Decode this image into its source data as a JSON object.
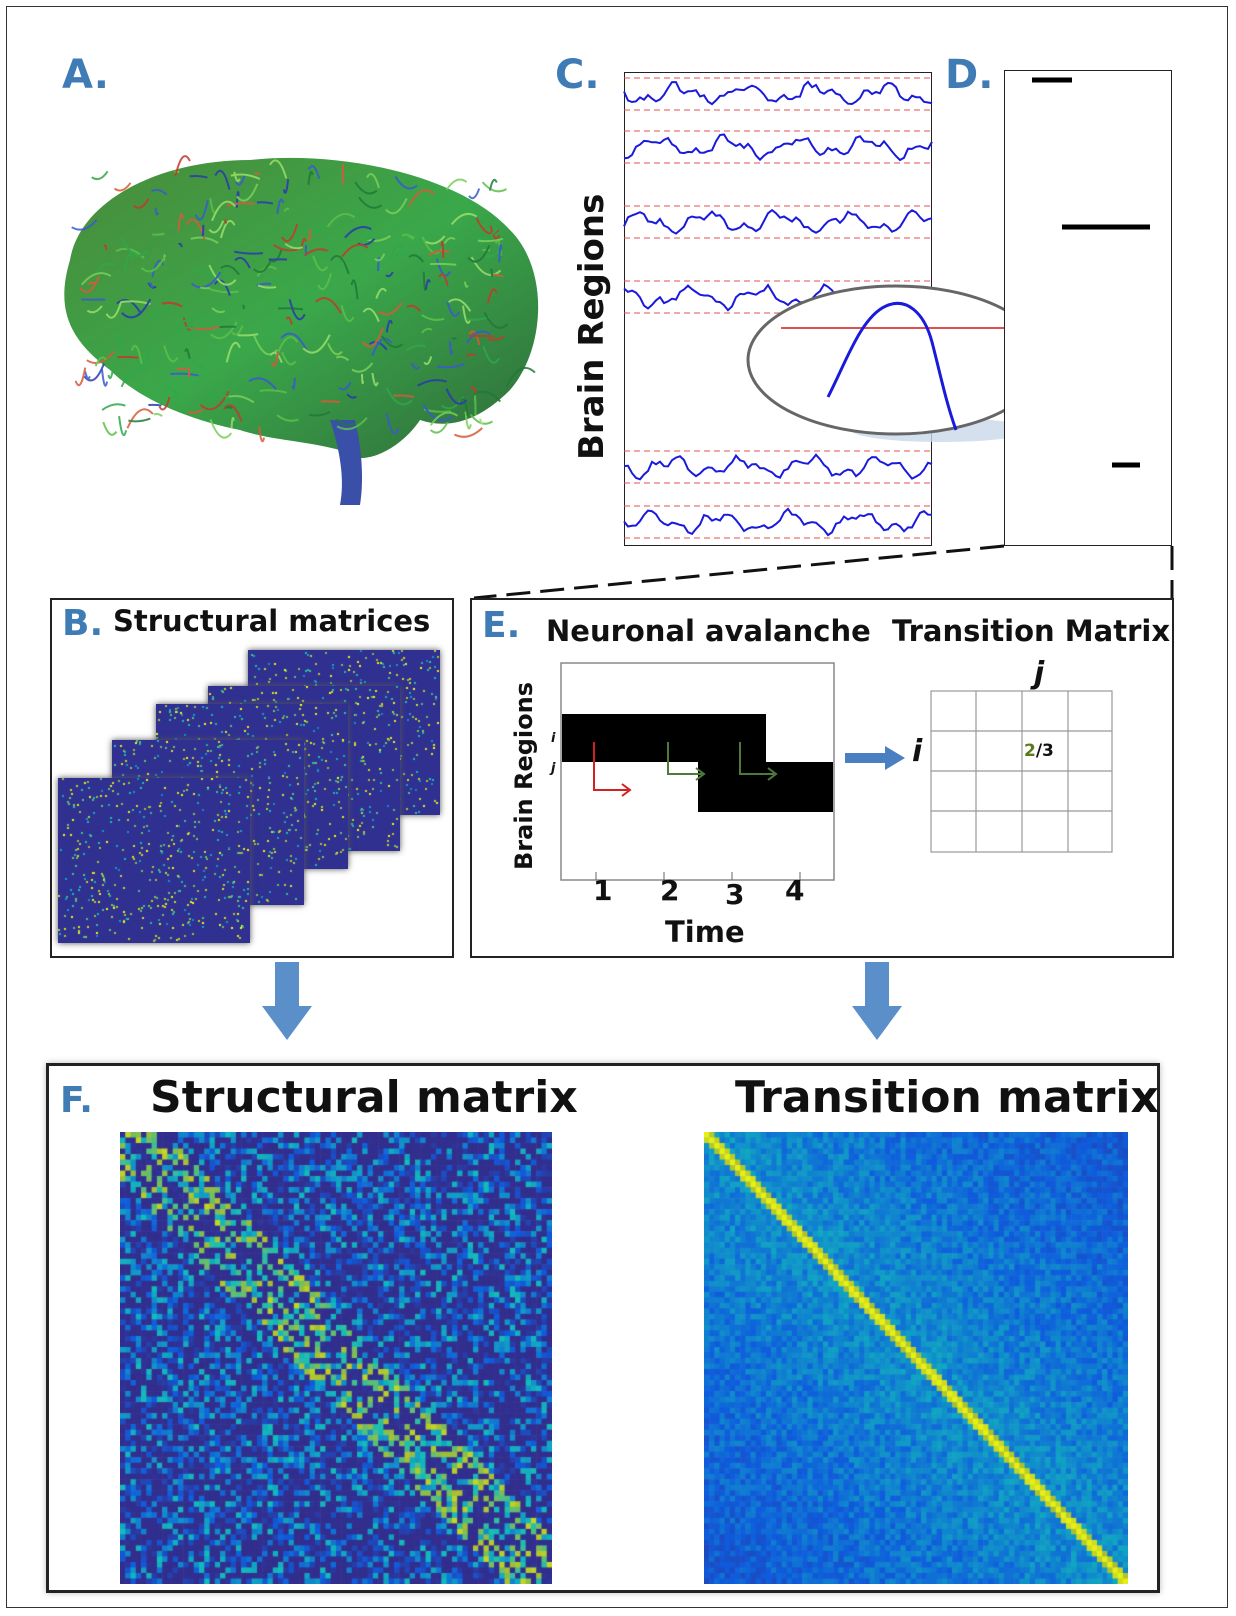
{
  "panels": {
    "A": {
      "letter": "A."
    },
    "B": {
      "letter": "B.",
      "title": "Structural matrices"
    },
    "C": {
      "letter": "C.",
      "ylabel": "Brain Regions"
    },
    "D": {
      "letter": "D."
    },
    "E": {
      "letter": "E.",
      "left_title": "Neuronal avalanche",
      "right_title": "Transition Matrix",
      "ylabel": "Brain Regions",
      "xlabel": "Time",
      "row_i": "i",
      "row_j": "j",
      "ticks": [
        "1",
        "2",
        "3",
        "4"
      ],
      "matrix_col_label": "j",
      "matrix_row_label": "i",
      "cell_numerator": "2",
      "cell_rest": "/3"
    },
    "F": {
      "letter": "F.",
      "left_title": "Structural matrix",
      "right_title": "Transition matrix"
    }
  },
  "colors": {
    "accent": "#3f7cb5",
    "trace": "#1a1adc",
    "threshold": "#e05050",
    "green_arrow": "#4e7a3a",
    "red_arrow": "#d32020",
    "numerator": "#5a7a1a"
  }
}
